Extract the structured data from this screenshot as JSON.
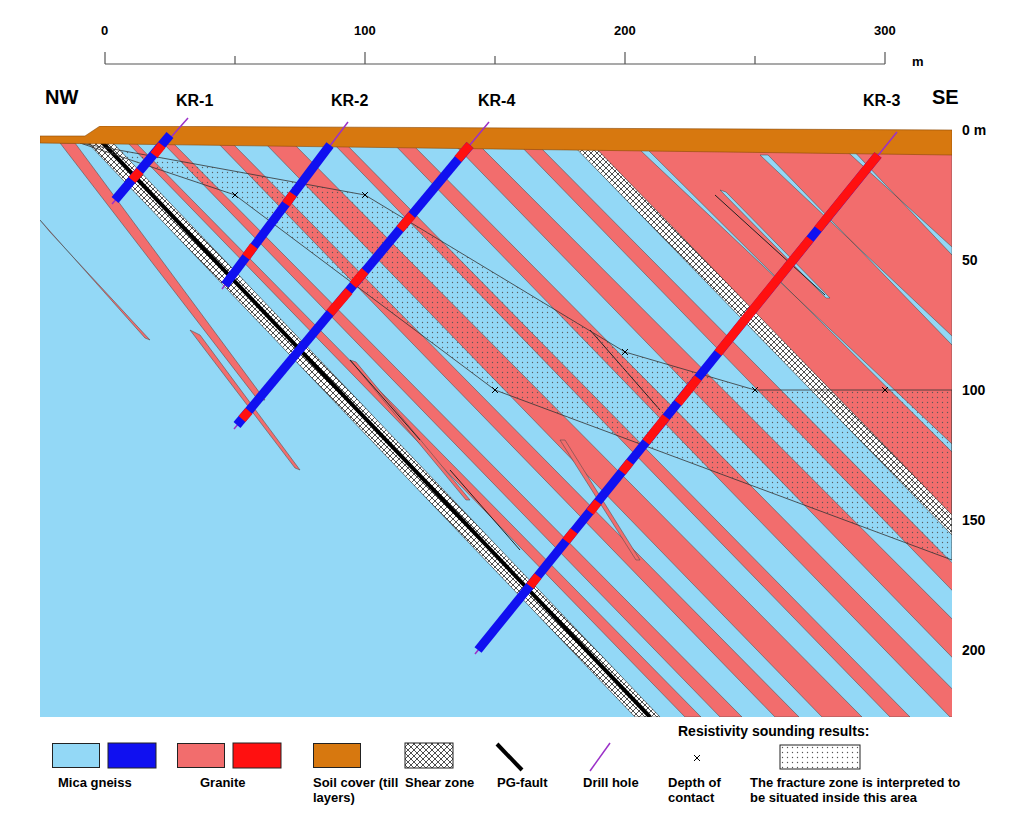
{
  "diagram": {
    "labels": [
      "0",
      "100",
      "200",
      "300",
      "m",
      "NW",
      "SE",
      "KR-1",
      "KR-2",
      "KR-4",
      "KR-3",
      "0 m",
      "50",
      "100",
      "150",
      "200",
      "Resistivity sounding results:"
    ],
    "legend": [
      {
        "text": "Mica gneiss",
        "color": "#93d8f6"
      },
      {
        "text": "Granite",
        "color": "#f26d6d"
      },
      {
        "text": "Soil cover (till layers)",
        "color": "#d7780f"
      },
      {
        "text": "Shear zone"
      },
      {
        "text": "PG-fault"
      },
      {
        "text": "Drill hole"
      },
      {
        "text": "Depth of contact"
      },
      {
        "text": "The fracture zone is interpreted to be situated inside this area"
      }
    ]
  }
}
